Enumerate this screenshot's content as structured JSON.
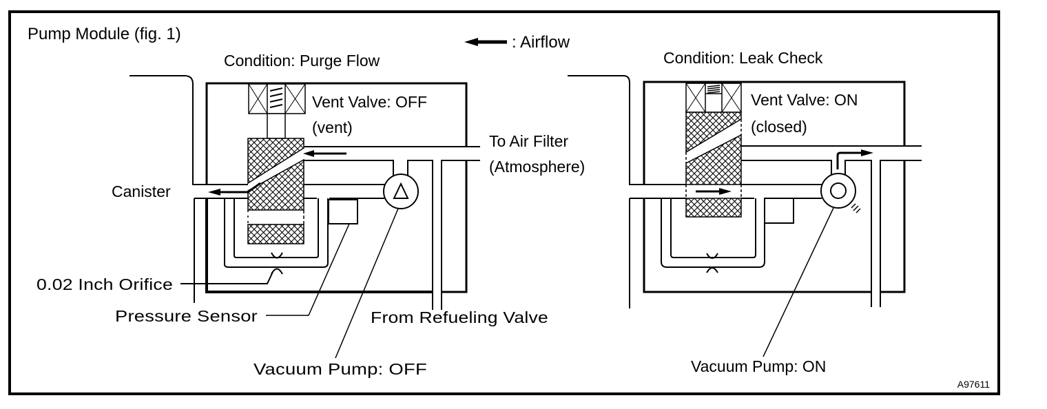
{
  "figure": {
    "title": "Pump Module (fig. 1)",
    "code": "A97611",
    "legend": {
      "icon": "left-arrow-icon",
      "label": ": Airflow"
    },
    "colors": {
      "line": "#000000",
      "background": "#ffffff"
    }
  },
  "panels": [
    {
      "condition": "Condition: Purge Flow",
      "vent_valve_state": "Vent Valve: OFF",
      "vent_valve_note": "(vent)",
      "pump_state": "Vacuum Pump: OFF",
      "pump_icon": "triangle-pump-icon",
      "labels": {
        "canister": "Canister",
        "air_filter": "To Air Filter",
        "atmosphere": "(Atmosphere)",
        "orifice": "0.02 Inch Orifice",
        "pressure_sensor": "Pressure Sensor",
        "refueling_valve": "From Refueling Valve"
      }
    },
    {
      "condition": "Condition: Leak Check",
      "vent_valve_state": "Vent Valve: ON",
      "vent_valve_note": "(closed)",
      "pump_state": "Vacuum Pump: ON",
      "pump_icon": "running-pump-icon"
    }
  ]
}
